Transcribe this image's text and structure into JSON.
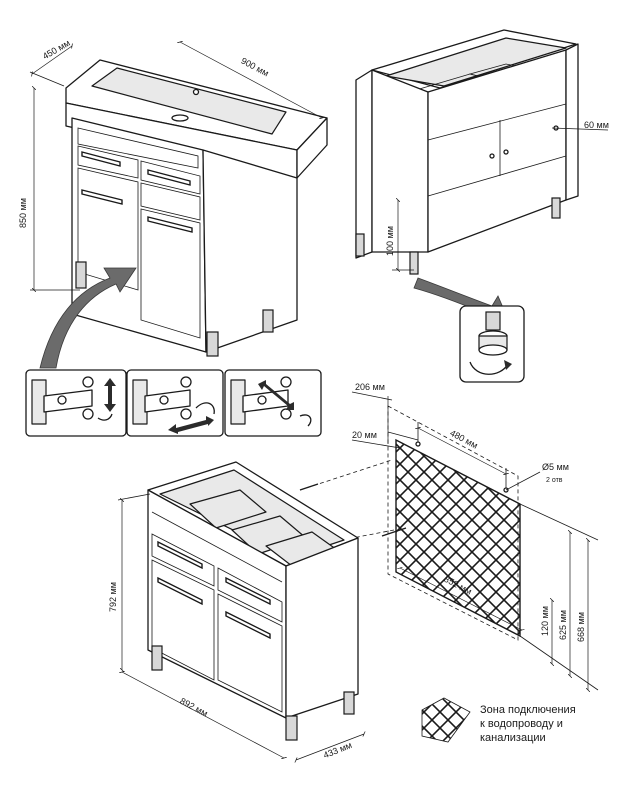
{
  "dimensions": {
    "sink_depth": "450 мм",
    "sink_width": "900 мм",
    "height_total": "850 мм",
    "side_offset": "60 мм",
    "leg_height": "100 мм",
    "hole_offset_top": "206 мм",
    "hole_offset_side": "20 мм",
    "hole_spacing": "480 мм",
    "hole_diameter": "Ø5 мм",
    "hole_count": "2 отв",
    "zone_width": "852 мм",
    "zone_bottom": "120 мм",
    "zone_top": "625 мм",
    "zone_height": "668 мм",
    "cabinet_height": "792 мм",
    "cabinet_width": "892 мм",
    "cabinet_depth": "433 мм"
  },
  "legend": {
    "line1": "Зона подключения",
    "line2": "к водопроводу и",
    "line3": "канализации"
  },
  "colors": {
    "line": "#1a1a1a",
    "panel": "#ffffff",
    "inner": "#e9e9e9",
    "arrow": "#6b6b6b"
  }
}
